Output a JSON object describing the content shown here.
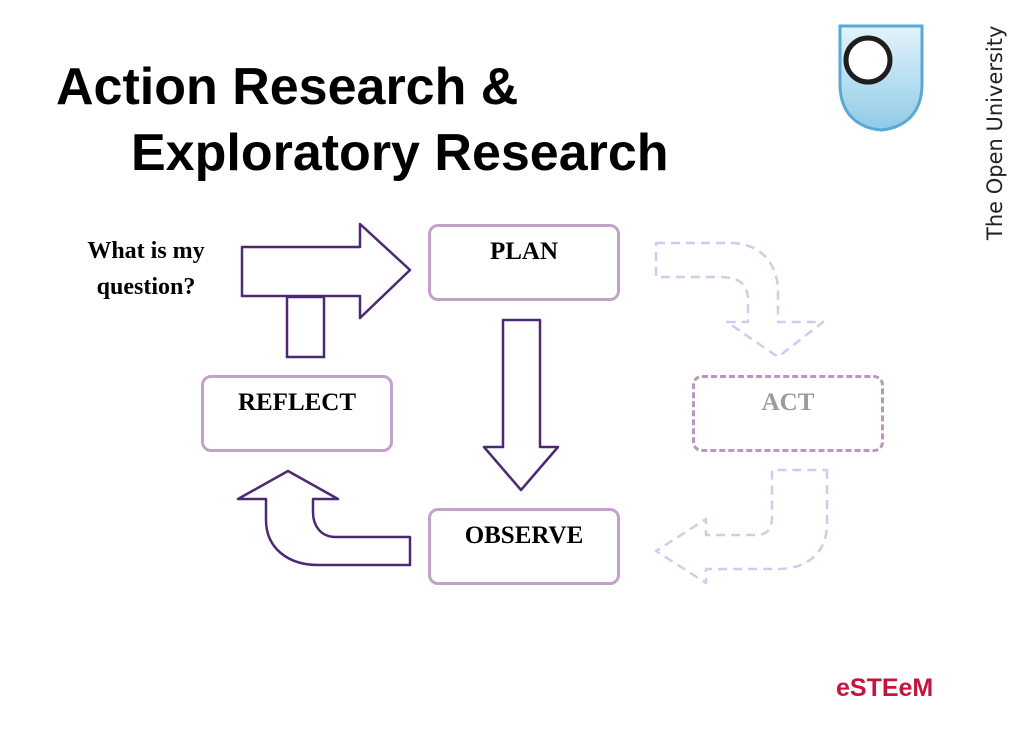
{
  "title": {
    "line1": "Action Research &",
    "line2": "Exploratory Research"
  },
  "brand": {
    "name": "The Open University",
    "footer": "eSTEeM"
  },
  "diagram": {
    "question": {
      "line1": "What is my",
      "line2": "question?"
    },
    "plan": "PLAN",
    "act": "ACT",
    "observe": "OBSERVE",
    "reflect": "REFLECT"
  },
  "colors": {
    "arrow_solid": "#4b2a73",
    "box_border": "#c3a2c9",
    "arrow_faded": "#d8c8ea",
    "footer": "#c4153f"
  },
  "icons": {
    "logo": "open-university-shield-icon"
  }
}
